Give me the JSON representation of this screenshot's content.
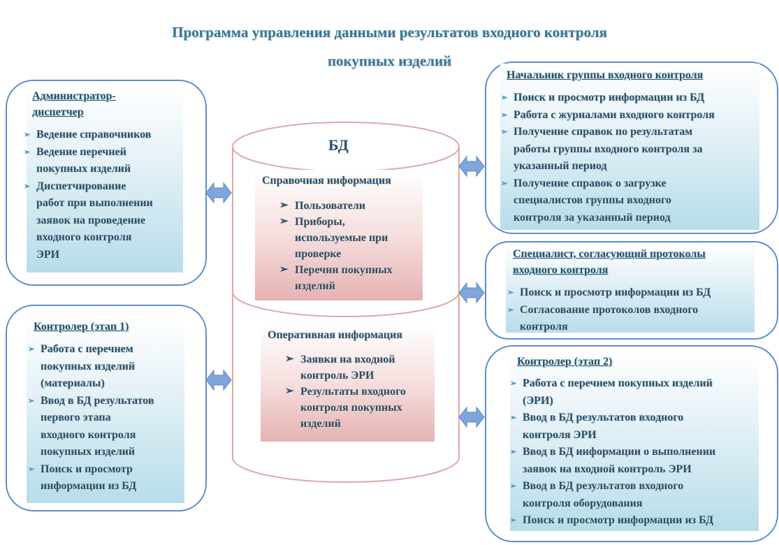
{
  "title_line1": "Программа управления данными результатов входного контроля",
  "title_line2": "покупных изделий",
  "db": {
    "label": "БД",
    "reference": {
      "heading": "Справочная информация",
      "items": [
        "Пользователи",
        "Приборы,\nиспользуемые при\nпроверке",
        "Перечни покупных\nизделий"
      ]
    },
    "operational": {
      "heading": "Оперативная информация",
      "items": [
        "Заявки на входной\nконтроль ЭРИ",
        "Результаты входного\nконтроля  покупных\nизделий"
      ]
    }
  },
  "admin": {
    "role": "Администратор-\nдиспетчер",
    "items": [
      "Ведение справочников",
      "Ведение перечней\nпокупных изделий",
      "Диспетчирование\nработ при выполнении\nзаявок на проведение\nвходного контроля\nЭРИ"
    ]
  },
  "controller1": {
    "role": "Контролер (этап 1)",
    "items": [
      "Работа с  перечнем\nпокупных изделий\n(материалы)",
      "Ввод в БД результатов\nпервого этапа\nвходного контроля\nпокупных изделий",
      "Поиск и просмотр\nинформации из БД"
    ]
  },
  "head": {
    "role": "Начальник группы входного контроля",
    "items": [
      "Поиск и просмотр информации из БД",
      "Работа с журналами входного контроля",
      "Получение справок по результатам\nработы группы входного контроля за\nуказанный период",
      "Получение справок о загрузке\nспециалистов группы входного\nконтроля за указанный период"
    ]
  },
  "approver": {
    "role": "Специалист, согласующий протоколы\nвходного контроля",
    "items": [
      "Поиск и просмотр информации из БД",
      "Согласование протоколов входного\nконтроля"
    ]
  },
  "controller2": {
    "role": "Контролер (этап 2)",
    "items": [
      "Работа с  перечнем покупных изделий\n(ЭРИ)",
      "Ввод в БД результатов  входного\nконтроля ЭРИ",
      "Ввод в БД информации о выполнении\nзаявок на входной контроль ЭРИ",
      "Ввод в БД результатов входного\nконтроля оборудования",
      "Поиск и просмотр информации из БД"
    ]
  },
  "colors": {
    "border": "#5b8ec9",
    "arrow": "#7fa6dc",
    "panel": "#b7dde9",
    "db_panel": "#e6b2b2",
    "db_outline": "#e0a8a8"
  }
}
